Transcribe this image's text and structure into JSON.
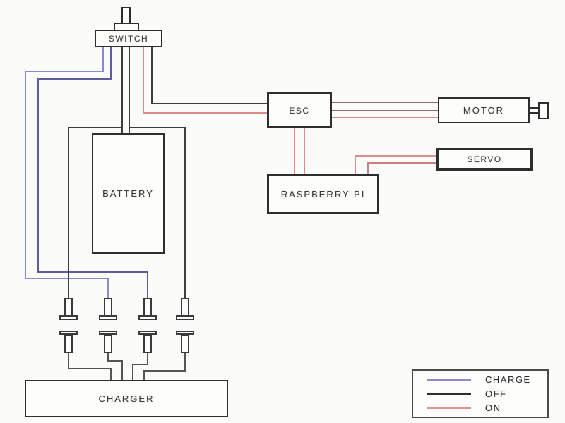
{
  "components": {
    "switch": {
      "label": "SWITCH"
    },
    "battery": {
      "label": "BATTERY"
    },
    "esc": {
      "label": "ESC"
    },
    "motor": {
      "label": "MOTOR"
    },
    "servo": {
      "label": "SERVO"
    },
    "raspberry_pi": {
      "label": "RASPBERRY PI"
    },
    "charger": {
      "label": "CHARGER"
    }
  },
  "legend": {
    "items": [
      {
        "label": "CHARGE",
        "color": "#8a8ad0"
      },
      {
        "label": "OFF",
        "color": "#2f2f2f"
      },
      {
        "label": "ON",
        "color": "#e8908f"
      }
    ]
  },
  "wire_colors": {
    "charge_outer": "#8a8ad0",
    "charge_inner": "#5c5c9e",
    "off": "#3e3e3e",
    "on": "#e08a8a",
    "on_mid": "#c98080",
    "on_dark": "#9a6a6a",
    "gray": "#555555"
  }
}
